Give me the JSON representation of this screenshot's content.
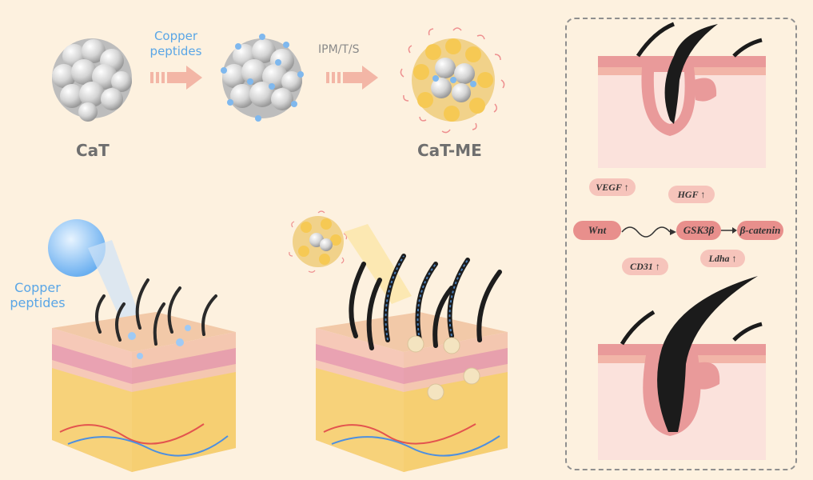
{
  "labels": {
    "cat": "CaT",
    "cat_me": "CaT-ME",
    "copper_peptides_top_line1": "Copper",
    "copper_peptides_top_line2": "peptides",
    "ipm": "IPM/T/S",
    "copper_peptides_left_line1": "Copper",
    "copper_peptides_left_line2": "peptides"
  },
  "pathway": {
    "vegf": "VEGF ↑",
    "hgf": "HGF ↑",
    "wnt": "Wnt",
    "gsk3b": "GSK3β",
    "bcatenin": "β-catenin",
    "cd31": "CD31 ↑",
    "ldha": "Ldha ↑"
  },
  "colors": {
    "background": "#fdf1df",
    "copper_blue": "#5aa6e6",
    "pill": "#f6c4bb",
    "pill_strong": "#e88f8c",
    "skin": "#e99a9a",
    "hair": "#1b1b1b"
  }
}
